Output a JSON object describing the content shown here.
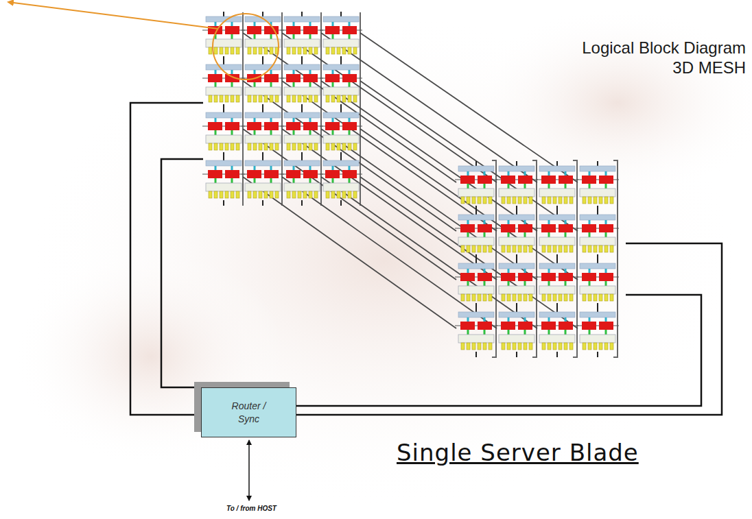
{
  "diagram": {
    "title": "Logical Block Diagram 3D MESH",
    "caption": "Single Server Blade",
    "nodes": [
      {
        "text": [
          "Router / Sync"
        ]
      }
    ],
    "labels": [
      "To / from HOST"
    ]
  }
}
